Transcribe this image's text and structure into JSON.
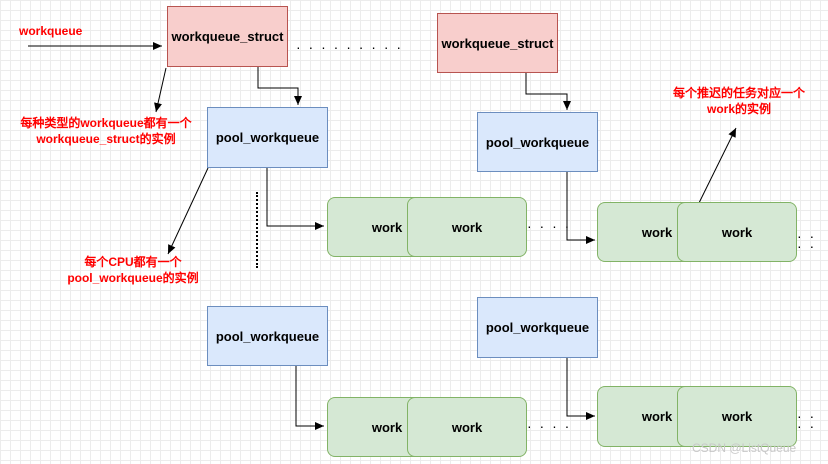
{
  "labels": {
    "workqueue": "workqueue",
    "wq_struct": "workqueue_struct",
    "pool": "pool_workqueue",
    "work": "work"
  },
  "notes": {
    "wq_each_type": "每种类型的workqueue都有一个workqueue_struct的实例",
    "per_cpu_pool": "每个CPU都有一个pool_workqueue的实例",
    "per_work": "每个推迟的任务对应一个work的实例"
  },
  "dots": {
    "h": "· · · · · · · · ·",
    "short": "· · · ·"
  },
  "watermark": "CSDN @ListQueue",
  "colors": {
    "workqueue_struct_fill": "#f8cecc",
    "workqueue_struct_border": "#b85450",
    "pool_fill": "#dae8fc",
    "pool_border": "#6c8ebf",
    "work_fill": "#d5e8d4",
    "work_border": "#82b366",
    "note_text": "#ff0000"
  }
}
